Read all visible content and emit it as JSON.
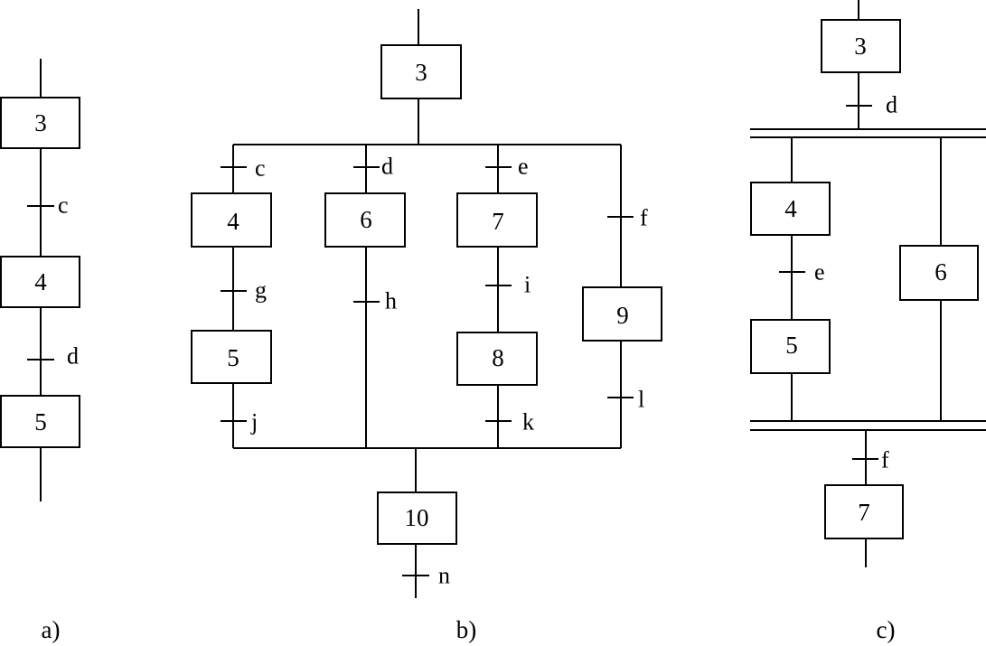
{
  "diagrams": {
    "a": {
      "caption": "a)",
      "steps": [
        "3",
        "4",
        "5"
      ],
      "conditions": [
        "c",
        "d"
      ]
    },
    "b": {
      "caption": "b)",
      "steps": [
        "3",
        "4",
        "5",
        "6",
        "7",
        "8",
        "9",
        "10"
      ],
      "conditions": [
        "c",
        "d",
        "e",
        "f",
        "g",
        "h",
        "i",
        "j",
        "k",
        "l",
        "n"
      ]
    },
    "c": {
      "caption": "c)",
      "steps": [
        "3",
        "4",
        "5",
        "6",
        "7"
      ],
      "conditions": [
        "d",
        "e",
        "f"
      ]
    }
  }
}
